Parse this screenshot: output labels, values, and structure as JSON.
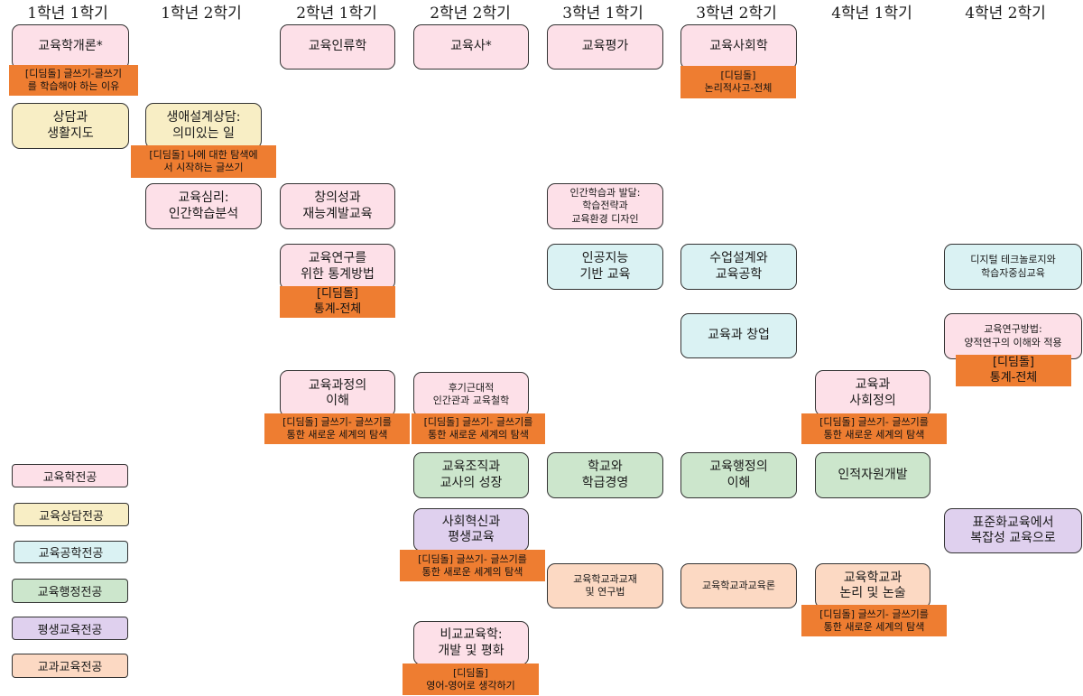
{
  "colors": {
    "educ": "#fde0e8",
    "counsel": "#f8eec5",
    "tech": "#daf2f3",
    "admin": "#cce6cc",
    "life": "#dfd0ee",
    "subject": "#fcd9c3",
    "digidol": "#ee7d31"
  },
  "semesters": [
    "1학년 1학기",
    "1학년 2학기",
    "2학년 1학기",
    "2학년 2학기",
    "3학년 1학기",
    "3학년 2학기",
    "4학년 1학기",
    "4학년 2학기"
  ],
  "courses": [
    {
      "id": "c1",
      "text": "교육학개론*",
      "track": "educ"
    },
    {
      "id": "c2",
      "text": "상담과\n생활지도",
      "track": "counsel"
    },
    {
      "id": "c3",
      "text": "생애설계상담:\n의미있는 일",
      "track": "counsel"
    },
    {
      "id": "c4",
      "text": "교육심리:\n인간학습분석",
      "track": "educ"
    },
    {
      "id": "c5",
      "text": "교육인류학",
      "track": "educ"
    },
    {
      "id": "c6",
      "text": "창의성과\n재능계발교육",
      "track": "educ"
    },
    {
      "id": "c7",
      "text": "교육연구를\n위한 통계방법",
      "track": "educ"
    },
    {
      "id": "c8",
      "text": "교육과정의\n이해",
      "track": "educ"
    },
    {
      "id": "c9",
      "text": "교육사*",
      "track": "educ"
    },
    {
      "id": "c10",
      "text": "후기근대적\n인간관과 교육철학",
      "track": "educ"
    },
    {
      "id": "c11",
      "text": "교육조직과\n교사의 성장",
      "track": "admin"
    },
    {
      "id": "c12",
      "text": "사회혁신과\n평생교육",
      "track": "life"
    },
    {
      "id": "c13",
      "text": "비교교육학:\n개발 및 평화",
      "track": "educ"
    },
    {
      "id": "c14",
      "text": "교육평가",
      "track": "educ"
    },
    {
      "id": "c15",
      "text": "인간학습과 발달:\n학습전략과\n교육환경 디자인",
      "track": "educ"
    },
    {
      "id": "c16",
      "text": "인공지능\n기반 교육",
      "track": "tech"
    },
    {
      "id": "c17",
      "text": "학교와\n학급경영",
      "track": "admin"
    },
    {
      "id": "c18",
      "text": "교육학교과교재\n및 연구법",
      "track": "subject"
    },
    {
      "id": "c19",
      "text": "교육사회학",
      "track": "educ"
    },
    {
      "id": "c20",
      "text": "수업설계와\n교육공학",
      "track": "tech"
    },
    {
      "id": "c21",
      "text": "교육과 창업",
      "track": "tech"
    },
    {
      "id": "c22",
      "text": "교육행정의\n이해",
      "track": "admin"
    },
    {
      "id": "c23",
      "text": "교육학교과교육론",
      "track": "subject"
    },
    {
      "id": "c24",
      "text": "교육과\n사회정의",
      "track": "educ"
    },
    {
      "id": "c25",
      "text": "인적자원개발",
      "track": "admin"
    },
    {
      "id": "c26",
      "text": "교육학교과\n논리 및 논술",
      "track": "subject"
    },
    {
      "id": "c27",
      "text": "디지털 테크놀로지와\n학습자중심교육",
      "track": "tech"
    },
    {
      "id": "c28",
      "text": "교육연구방법:\n양적연구의 이해와 적용",
      "track": "educ"
    },
    {
      "id": "c29",
      "text": "표준화교육에서\n복잡성 교육으로",
      "track": "life"
    }
  ],
  "digidol": [
    {
      "id": "d1",
      "text": "[디딤돌] 글쓰기-글쓰기\n를 학습해야 하는 이유"
    },
    {
      "id": "d2",
      "text": "[디딤돌] 나에 대한 탐색에\n서 시작하는 글쓰기"
    },
    {
      "id": "d3",
      "text": "[디딤돌]\n통계-전체"
    },
    {
      "id": "d4",
      "text": "[디딤돌] 글쓰기- 글쓰기를\n통한 새로운 세계의 탐색"
    },
    {
      "id": "d5",
      "text": "[디딤돌] 글쓰기- 글쓰기를\n통한 새로운 세계의 탐색"
    },
    {
      "id": "d6",
      "text": "[디딤돌] 글쓰기- 글쓰기를\n통한 새로운 세계의 탐색"
    },
    {
      "id": "d7",
      "text": "[디딤돌]\n영어-영어로 생각하기"
    },
    {
      "id": "d8",
      "text": "[디딤돌]\n논리적사고-전체"
    },
    {
      "id": "d9",
      "text": "[디딤돌] 글쓰기- 글쓰기를\n통한 새로운 세계의 탐색"
    },
    {
      "id": "d10",
      "text": "[디딤돌] 글쓰기- 글쓰기를\n통한 새로운 세계의 탐색"
    },
    {
      "id": "d11",
      "text": "[디딤돌]\n통계-전체"
    }
  ],
  "legend": [
    {
      "id": "l1",
      "text": "교육학전공",
      "track": "educ"
    },
    {
      "id": "l2",
      "text": "교육상담전공",
      "track": "counsel"
    },
    {
      "id": "l3",
      "text": "교육공학전공",
      "track": "tech"
    },
    {
      "id": "l4",
      "text": "교육행정전공",
      "track": "admin"
    },
    {
      "id": "l5",
      "text": "평생교육전공",
      "track": "life"
    },
    {
      "id": "l6",
      "text": "교과교육전공",
      "track": "subject"
    }
  ]
}
